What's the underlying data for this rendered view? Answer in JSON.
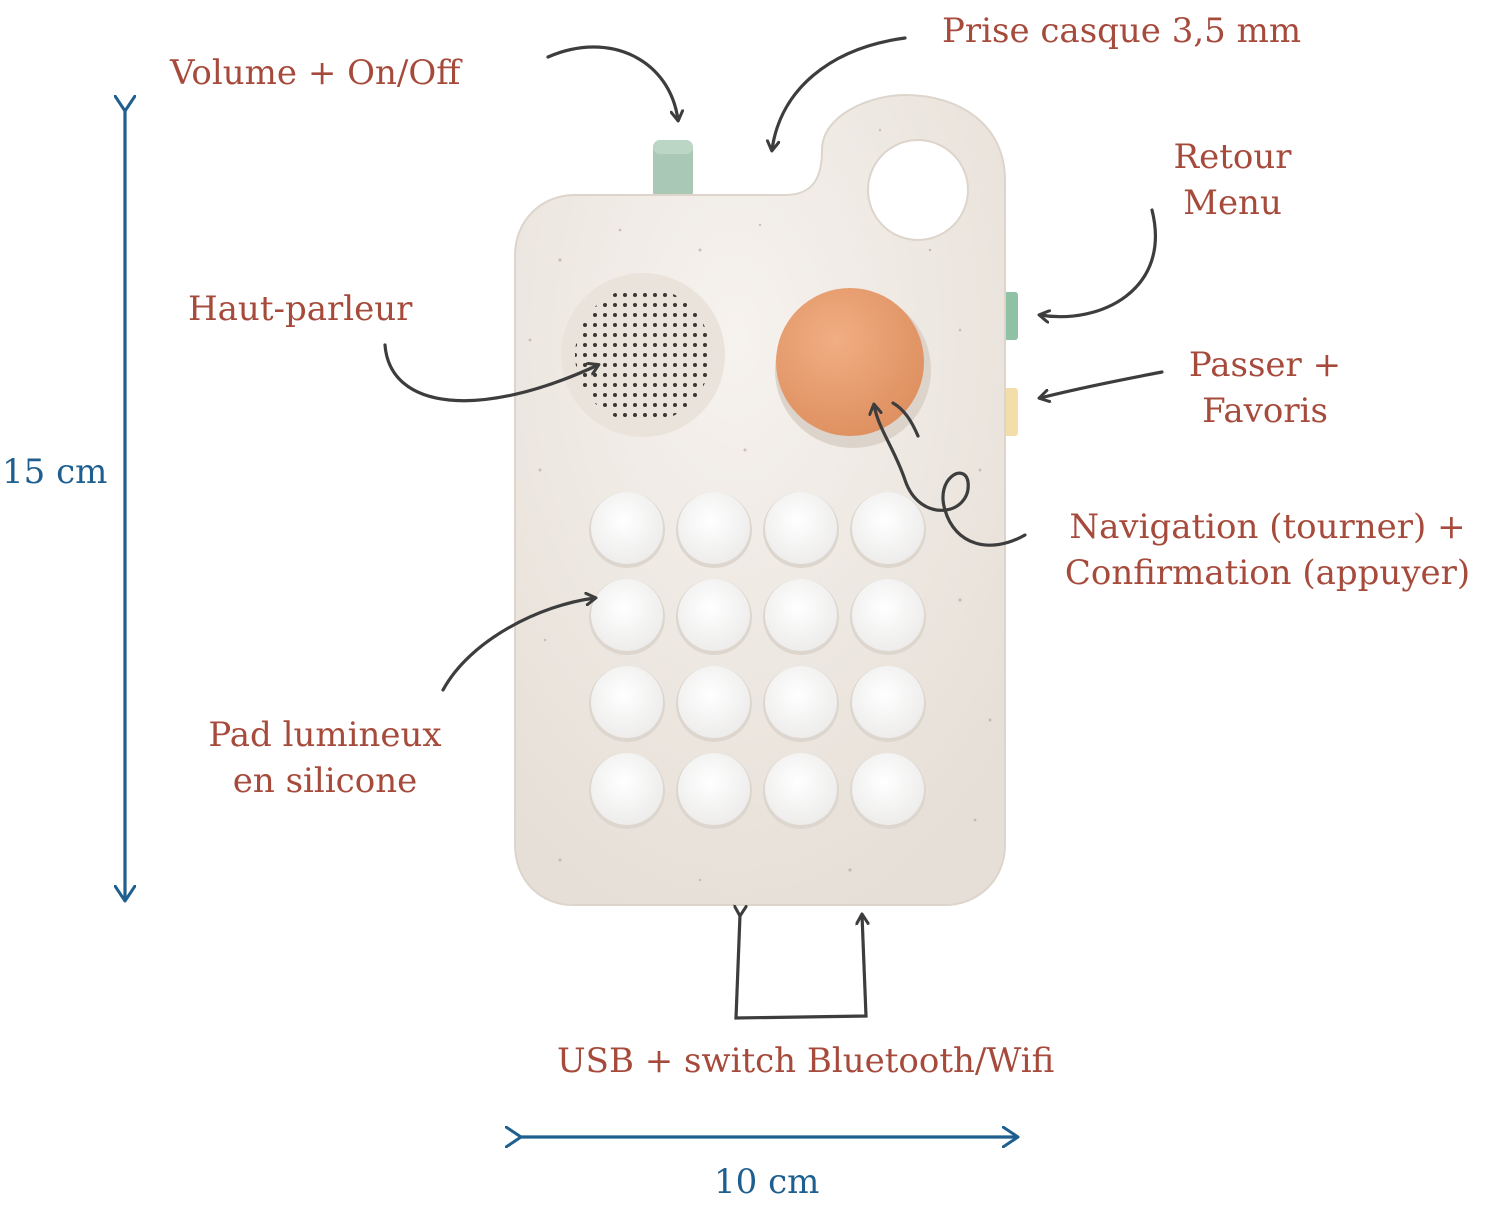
{
  "labels": {
    "volume": "Volume + On/Off",
    "jack": "Prise casque 3,5 mm",
    "retour_line1": "Retour",
    "retour_line2": "Menu",
    "speaker": "Haut-parleur",
    "passer_line1": "Passer +",
    "passer_line2": "Favoris",
    "navigation_line1": "Navigation (tourner) +",
    "navigation_line2": "Confirmation (appuyer)",
    "pad_line1": "Pad lumineux",
    "pad_line2": "en silicone",
    "usb": "USB + switch Bluetooth/Wifi"
  },
  "dimensions": {
    "height": "15 cm",
    "width": "10 cm"
  },
  "pad": {
    "rows": 4,
    "columns": 4
  },
  "colors": {
    "label_text": "#a64b3c",
    "dimension": "#1f5f8f",
    "arrow": "#3d3d3d",
    "device_body": "#ece6df",
    "knob": "#e9a173",
    "volume_knob": "#a9c9b6",
    "back_button": "#8fc2a5",
    "skip_button": "#f3deaa",
    "pad_button": "#fbfbfb"
  }
}
